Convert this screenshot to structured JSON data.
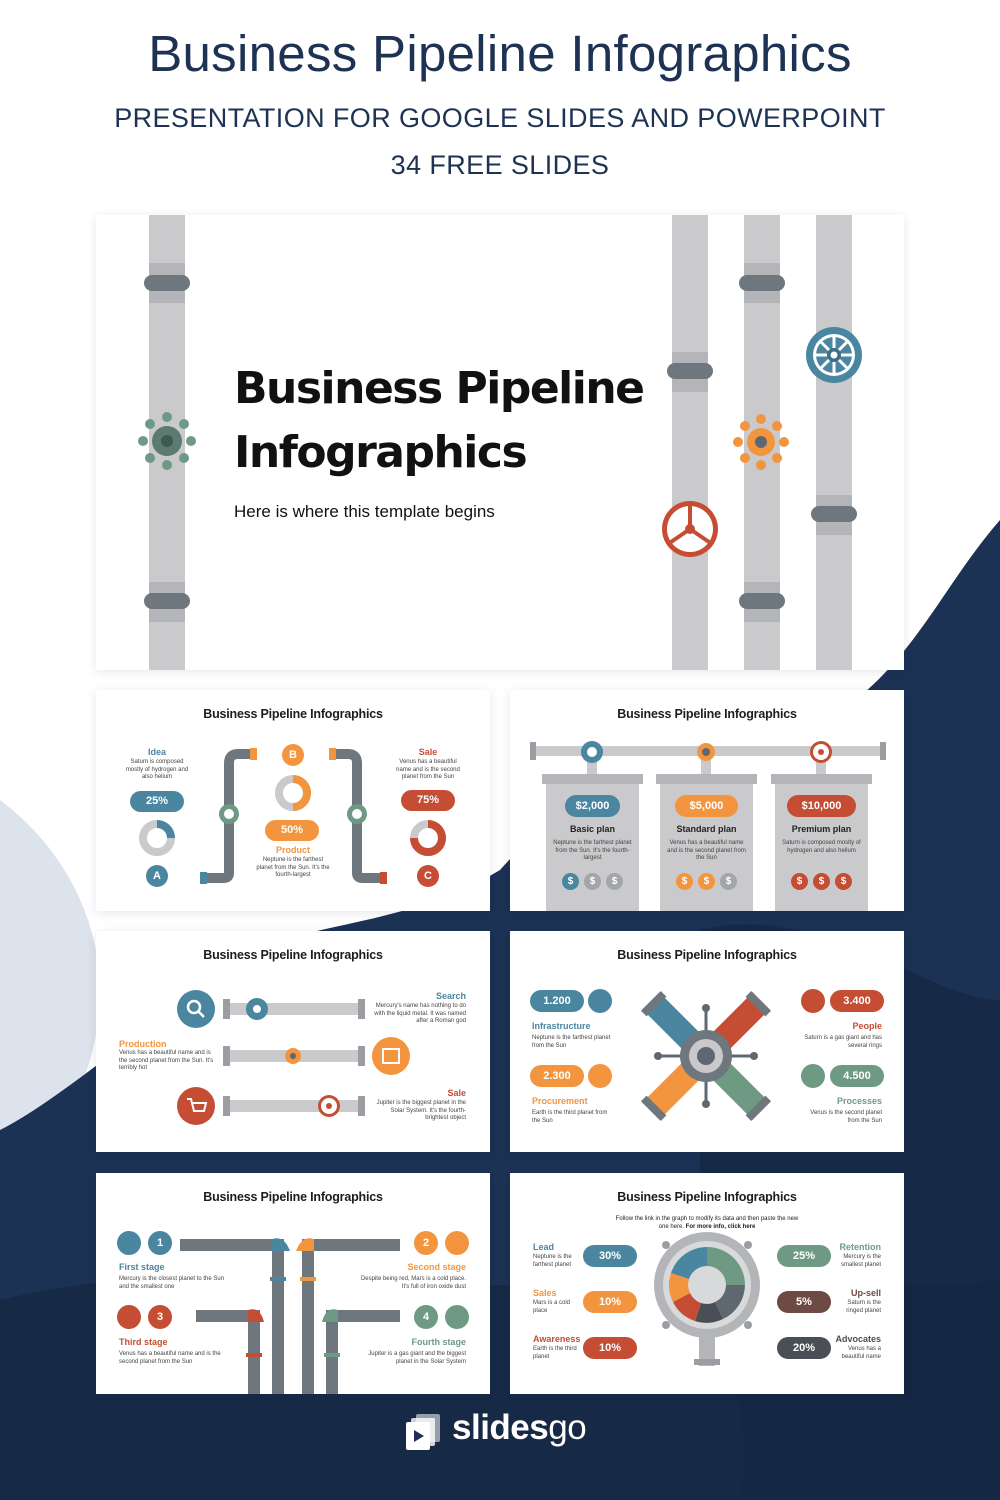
{
  "header": {
    "title": "Business Pipeline Infographics",
    "subtitle": "PRESENTATION FOR GOOGLE SLIDES AND POWERPOINT",
    "slides_count": "34 FREE SLIDES"
  },
  "colors": {
    "navy": "#1e3354",
    "teal": "#4a86a0",
    "orange": "#f3953f",
    "red": "#c44d34",
    "green": "#6e9a83",
    "pipe": "#c9c9cc",
    "pipe_dark": "#707a80"
  },
  "main_slide": {
    "title_line1": "Business Pipeline",
    "title_line2": "Infographics",
    "subtitle": "Here is where this template begins"
  },
  "slide_title": "Business Pipeline Infographics",
  "slide2": {
    "idea": {
      "label": "Idea",
      "text": "Saturn is composed mostly of hydrogen and also helium",
      "pct": "25%",
      "letter": "A"
    },
    "product": {
      "label": "Product",
      "text": "Neptune is the farthest planet from the Sun. It's the fourth-largest",
      "pct": "50%",
      "letter": "B"
    },
    "sale": {
      "label": "Sale",
      "text": "Venus has a beautiful name and is the second planet from the Sun",
      "pct": "75%",
      "letter": "C"
    }
  },
  "slide3": {
    "plans": [
      {
        "price": "$2,000",
        "name": "Basic plan",
        "text": "Neptune is the farthest planet from the Sun. It's the fourth-largest",
        "coins_active": 1
      },
      {
        "price": "$5,000",
        "name": "Standard plan",
        "text": "Venus has a beautiful name and is the second planet from the Sun",
        "coins_active": 2
      },
      {
        "price": "$10,000",
        "name": "Premium plan",
        "text": "Saturn is composed mostly of hydrogen and also helium",
        "coins_active": 3
      }
    ],
    "coin_symbol": "$"
  },
  "slide4": {
    "search": {
      "label": "Search",
      "text": "Mercury's name has nothing to do with the liquid metal. It was named after a Roman god"
    },
    "production": {
      "label": "Production",
      "text": "Venus has a beautiful name and is the second planet from the Sun. It's terribly hot"
    },
    "sale": {
      "label": "Sale",
      "text": "Jupiter is the biggest planet in the Solar System. It's the fourth-brightest object"
    }
  },
  "slide5": {
    "infrastructure": {
      "value": "1.200",
      "label": "Infrastructure",
      "text": "Neptune is the farthest planet from the Sun"
    },
    "procurement": {
      "value": "2.300",
      "label": "Procurement",
      "text": "Earth is the third planet from the Sun"
    },
    "people": {
      "value": "3.400",
      "label": "People",
      "text": "Saturn is a gas giant and has several rings"
    },
    "processes": {
      "value": "4.500",
      "label": "Processes",
      "text": "Venus is the second planet from the Sun"
    }
  },
  "slide6": {
    "stages": [
      {
        "num": "1",
        "label": "First stage",
        "text": "Mercury is the closest planet to the Sun and the smallest one"
      },
      {
        "num": "2",
        "label": "Second stage",
        "text": "Despite being red, Mars is a cold place. It's full of iron oxide dust"
      },
      {
        "num": "3",
        "label": "Third stage",
        "text": "Venus has a beautiful name and is the second planet from the Sun"
      },
      {
        "num": "4",
        "label": "Fourth stage",
        "text": "Jupiter is a gas giant and the biggest planet in the Solar System"
      }
    ]
  },
  "slide7": {
    "note": "Follow the link in the graph to modify its data and then paste the new one here.",
    "note_bold": "For more info, click here",
    "left": [
      {
        "label": "Lead",
        "text": "Neptune is the farthest planet",
        "pct": "30%"
      },
      {
        "label": "Sales",
        "text": "Mars is a cold place",
        "pct": "10%"
      },
      {
        "label": "Awareness",
        "text": "Earth is the third planet",
        "pct": "10%"
      }
    ],
    "right": [
      {
        "label": "Retention",
        "text": "Mercury is the smallest planet",
        "pct": "25%"
      },
      {
        "label": "Up-sell",
        "text": "Saturn is the ringed planet",
        "pct": "5%"
      },
      {
        "label": "Advocates",
        "text": "Venus has a beautiful name",
        "pct": "20%"
      }
    ]
  },
  "brand": {
    "name_part1": "slides",
    "name_part2": "go"
  }
}
